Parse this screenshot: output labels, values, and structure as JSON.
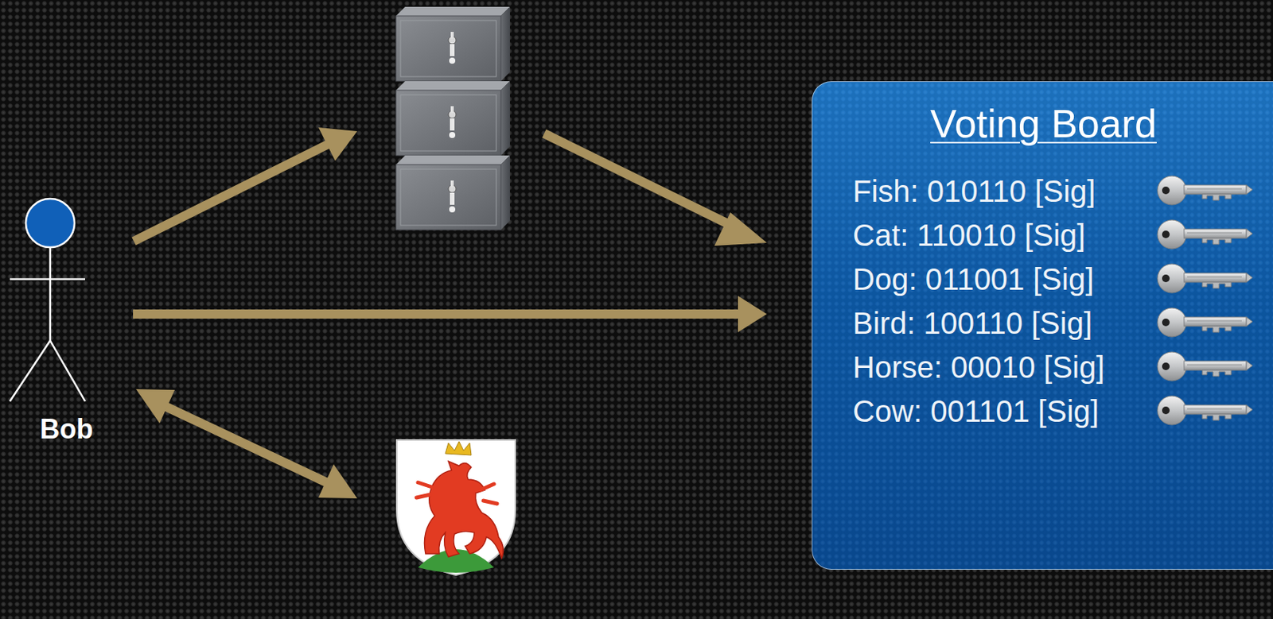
{
  "diagram": {
    "nodes": [
      {
        "text": [
          "Bob"
        ]
      },
      {
        "text": [
          "Voting Board",
          "Fish: 010110 [Sig]",
          "Cat: 110010 [Sig]",
          "Dog: 011001 [Sig]",
          "Bird: 100110 [Sig]",
          "Horse: 00010 [Sig]",
          "Cow: 001101 [Sig]"
        ]
      }
    ],
    "edges": [
      {
        "from": 0,
        "to": 1,
        "arrow": "to"
      }
    ]
  }
}
